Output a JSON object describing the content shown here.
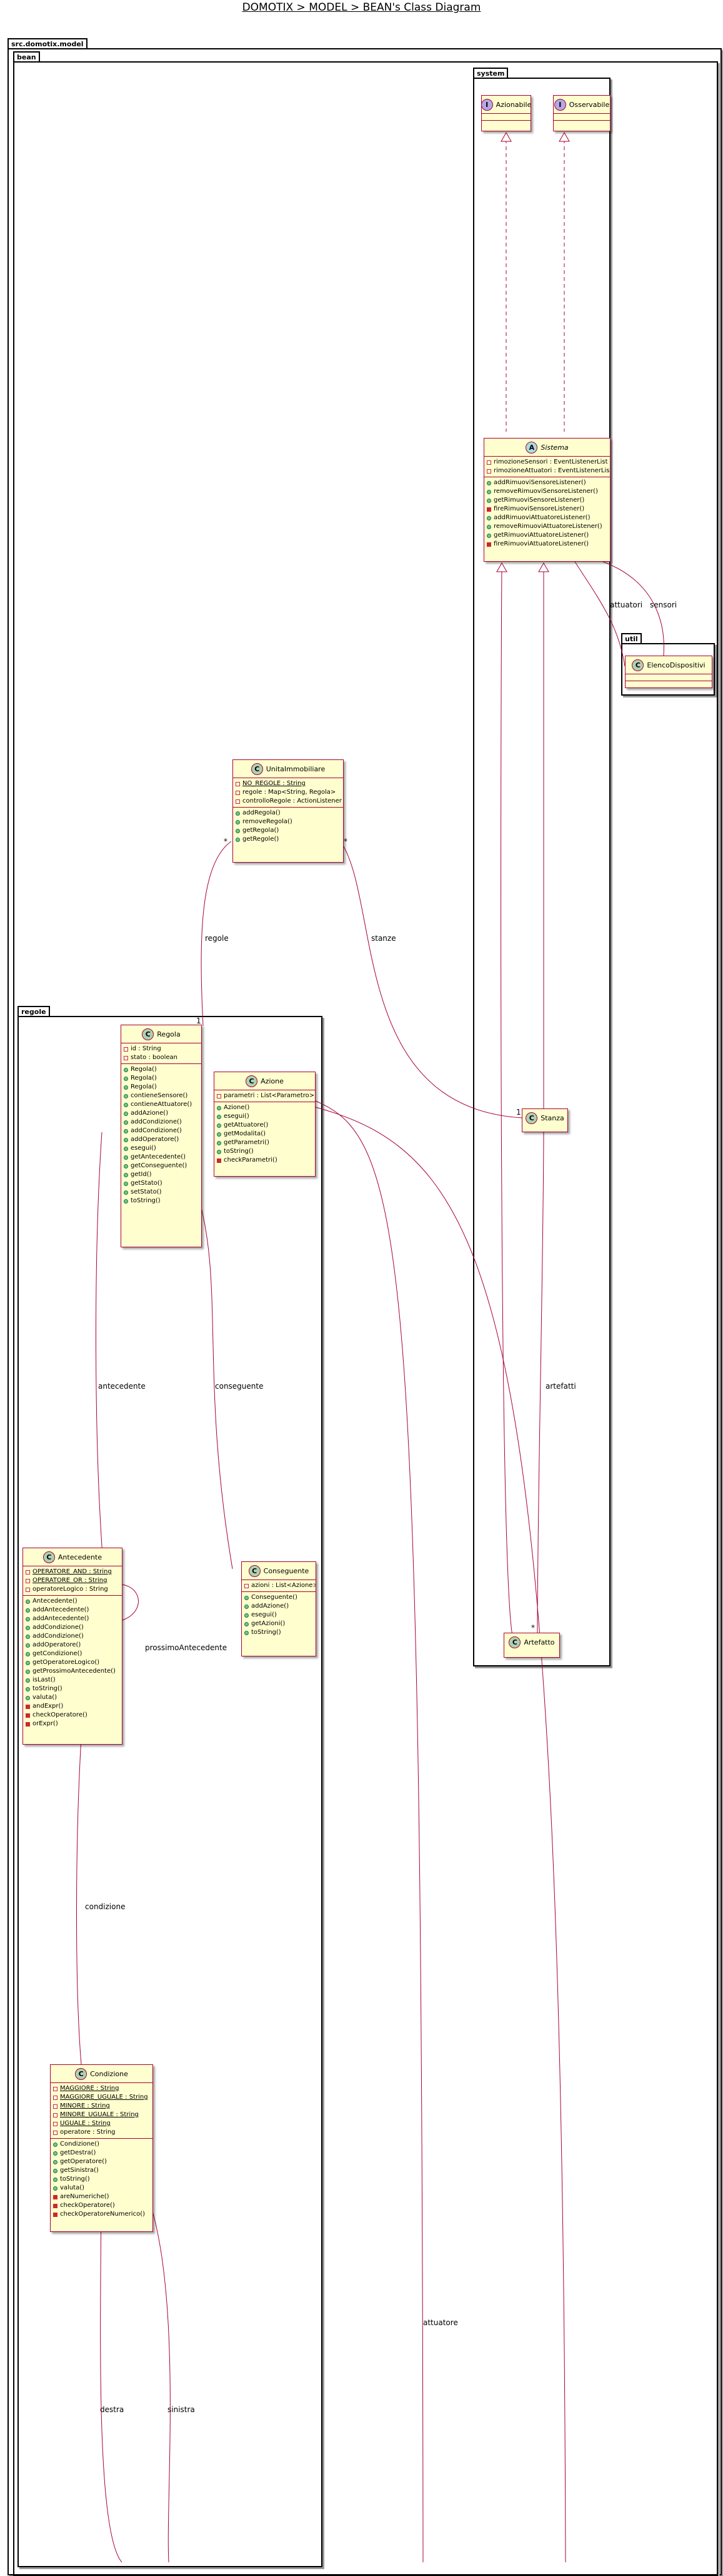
{
  "title": "DOMOTIX > MODEL > BEAN's Class Diagram",
  "packages": {
    "root": "src.domotix.model",
    "bean": "bean",
    "system": "system",
    "util": "util",
    "regole": "regole"
  },
  "classes": {
    "azionabile": {
      "stereotype": "I",
      "name": "Azionabile",
      "fields": [],
      "methods": []
    },
    "osservabile": {
      "stereotype": "I",
      "name": "Osservabile",
      "fields": [],
      "methods": []
    },
    "sistema": {
      "stereotype": "A",
      "name": "Sistema",
      "fields": [
        {
          "vis": "private",
          "text": "rimozioneSensori : EventListenerList"
        },
        {
          "vis": "private",
          "text": "rimozioneAttuatori : EventListenerList"
        }
      ],
      "methods": [
        {
          "vis": "public",
          "text": "addRimuoviSensoreListener()"
        },
        {
          "vis": "public",
          "text": "removeRimuoviSensoreListener()"
        },
        {
          "vis": "public",
          "text": "getRimuoviSensoreListener()"
        },
        {
          "vis": "private-m",
          "text": "fireRimuoviSensoreListener()"
        },
        {
          "vis": "public",
          "text": "addRimuoviAttuatoreListener()"
        },
        {
          "vis": "public",
          "text": "removeRimuoviAttuatoreListener()"
        },
        {
          "vis": "public",
          "text": "getRimuoviAttuatoreListener()"
        },
        {
          "vis": "private-m",
          "text": "fireRimuoviAttuatoreListener()"
        }
      ]
    },
    "elenco": {
      "stereotype": "C",
      "name": "ElencoDispositivi",
      "fields": [],
      "methods": []
    },
    "unita": {
      "stereotype": "C",
      "name": "UnitaImmobiliare",
      "fields": [
        {
          "vis": "private",
          "text": "NO_REGOLE : String",
          "static": true
        },
        {
          "vis": "private",
          "text": "regole : Map<String, Regola>"
        },
        {
          "vis": "private",
          "text": "controlloRegole : ActionListener"
        }
      ],
      "methods": [
        {
          "vis": "public",
          "text": "addRegola()"
        },
        {
          "vis": "public",
          "text": "removeRegola()"
        },
        {
          "vis": "public",
          "text": "getRegola()"
        },
        {
          "vis": "public",
          "text": "getRegole()"
        }
      ]
    },
    "regola": {
      "stereotype": "C",
      "name": "Regola",
      "fields": [
        {
          "vis": "private",
          "text": "id : String"
        },
        {
          "vis": "private",
          "text": "stato : boolean"
        }
      ],
      "methods": [
        {
          "vis": "public",
          "text": "Regola()"
        },
        {
          "vis": "public",
          "text": "Regola()"
        },
        {
          "vis": "public",
          "text": "Regola()"
        },
        {
          "vis": "public",
          "text": "contieneSensore()"
        },
        {
          "vis": "public",
          "text": "contieneAttuatore()"
        },
        {
          "vis": "public",
          "text": "addAzione()"
        },
        {
          "vis": "public",
          "text": "addCondizione()"
        },
        {
          "vis": "public",
          "text": "addCondizione()"
        },
        {
          "vis": "public",
          "text": "addOperatore()"
        },
        {
          "vis": "public",
          "text": "esegui()"
        },
        {
          "vis": "public",
          "text": "getAntecedente()"
        },
        {
          "vis": "public",
          "text": "getConseguente()"
        },
        {
          "vis": "public",
          "text": "getId()"
        },
        {
          "vis": "public",
          "text": "getStato()"
        },
        {
          "vis": "public",
          "text": "setStato()"
        },
        {
          "vis": "public",
          "text": "toString()"
        }
      ]
    },
    "azione": {
      "stereotype": "C",
      "name": "Azione",
      "fields": [
        {
          "vis": "private",
          "text": "parametri : List<Parametro>"
        }
      ],
      "methods": [
        {
          "vis": "public",
          "text": "Azione()"
        },
        {
          "vis": "public",
          "text": "esegui()"
        },
        {
          "vis": "public",
          "text": "getAttuatore()"
        },
        {
          "vis": "public",
          "text": "getModalita()"
        },
        {
          "vis": "public",
          "text": "getParametri()"
        },
        {
          "vis": "public",
          "text": "toString()"
        },
        {
          "vis": "private-m",
          "text": "checkParametri()"
        }
      ]
    },
    "stanza": {
      "stereotype": "C",
      "name": "Stanza",
      "fields": [],
      "methods": []
    },
    "artefatto": {
      "stereotype": "C",
      "name": "Artefatto",
      "fields": [],
      "methods": []
    },
    "antecedente": {
      "stereotype": "C",
      "name": "Antecedente",
      "fields": [
        {
          "vis": "private",
          "text": "OPERATORE_AND : String",
          "static": true
        },
        {
          "vis": "private",
          "text": "OPERATORE_OR : String",
          "static": true
        },
        {
          "vis": "private",
          "text": "operatoreLogico : String"
        }
      ],
      "methods": [
        {
          "vis": "public",
          "text": "Antecedente()"
        },
        {
          "vis": "public",
          "text": "addAntecedente()"
        },
        {
          "vis": "public",
          "text": "addAntecedente()"
        },
        {
          "vis": "public",
          "text": "addCondizione()"
        },
        {
          "vis": "public",
          "text": "addCondizione()"
        },
        {
          "vis": "public",
          "text": "addOperatore()"
        },
        {
          "vis": "public",
          "text": "getCondizione()"
        },
        {
          "vis": "public",
          "text": "getOperatoreLogico()"
        },
        {
          "vis": "public",
          "text": "getProssimoAntecedente()"
        },
        {
          "vis": "public",
          "text": "isLast()"
        },
        {
          "vis": "public",
          "text": "toString()"
        },
        {
          "vis": "public",
          "text": "valuta()"
        },
        {
          "vis": "private-m",
          "text": "andExpr()"
        },
        {
          "vis": "private-m",
          "text": "checkOperatore()"
        },
        {
          "vis": "private-m",
          "text": "orExpr()"
        }
      ]
    },
    "conseguente": {
      "stereotype": "C",
      "name": "Conseguente",
      "fields": [
        {
          "vis": "private",
          "text": "azioni : List<Azione>"
        }
      ],
      "methods": [
        {
          "vis": "public",
          "text": "Conseguente()"
        },
        {
          "vis": "public",
          "text": "addAzione()"
        },
        {
          "vis": "public",
          "text": "esegui()"
        },
        {
          "vis": "public",
          "text": "getAzioni()"
        },
        {
          "vis": "public",
          "text": "toString()"
        }
      ]
    },
    "condizione": {
      "stereotype": "C",
      "name": "Condizione",
      "fields": [
        {
          "vis": "private",
          "text": "MAGGIORE : String",
          "static": true
        },
        {
          "vis": "private",
          "text": "MAGGIORE_UGUALE : String",
          "static": true
        },
        {
          "vis": "private",
          "text": "MINORE : String",
          "static": true
        },
        {
          "vis": "private",
          "text": "MINORE_UGUALE : String",
          "static": true
        },
        {
          "vis": "private",
          "text": "UGUALE : String",
          "static": true
        },
        {
          "vis": "private",
          "text": "operatore : String"
        }
      ],
      "methods": [
        {
          "vis": "public",
          "text": "Condizione()"
        },
        {
          "vis": "public",
          "text": "getDestra()"
        },
        {
          "vis": "public",
          "text": "getOperatore()"
        },
        {
          "vis": "public",
          "text": "getSinistra()"
        },
        {
          "vis": "public",
          "text": "toString()"
        },
        {
          "vis": "public",
          "text": "valuta()"
        },
        {
          "vis": "private-m",
          "text": "areNumeriche()"
        },
        {
          "vis": "private-m",
          "text": "checkOperatore()"
        },
        {
          "vis": "private-m",
          "text": "checkOperatoreNumerico()"
        }
      ]
    }
  },
  "labels": {
    "attuatori": "attuatori",
    "sensori": "sensori",
    "regole": "regole",
    "stanze": "stanze",
    "antecedente": "antecedente",
    "conseguente": "conseguente",
    "artefatti": "artefatti",
    "prossimo_antecedente": "prossimoAntecedente",
    "condizione": "condizione",
    "attuatore": "attuatore",
    "destra": "destra",
    "sinistra": "sinistra"
  },
  "multiplicities": {
    "unita_regole": "*",
    "unita_stanze": "*",
    "regola_end": "1",
    "stanza_end": "1",
    "artefatto_end": "*"
  },
  "colors": {
    "class_fill": "#fefece",
    "class_border": "#a80036",
    "association_line": "#a80036",
    "stereotype_class": "#add1b2",
    "stereotype_interface": "#b4a7e5",
    "stereotype_abstract": "#a9dcdf"
  }
}
